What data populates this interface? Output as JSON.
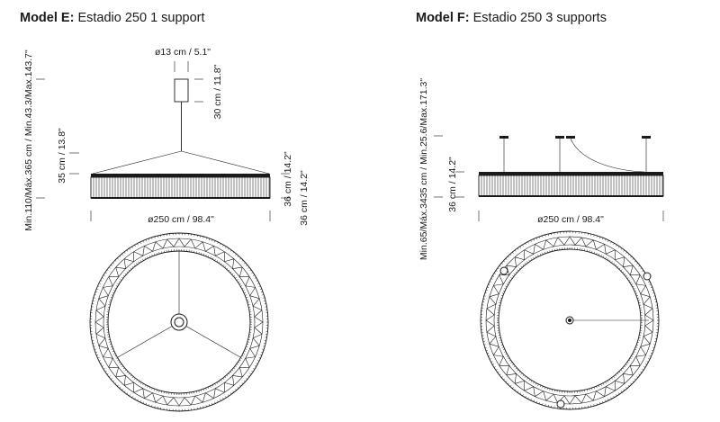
{
  "model_e": {
    "title_bold": "Model E:",
    "title_rest": "Estadio 250 1 support",
    "canopy_diameter": "ø13 cm / 5.1\"",
    "canopy_height": "30 cm / 11.8\"",
    "suspension_range": "Min.110/Máx.365 cm / Min.43.3/Max.143.7\"",
    "cable_drop": "35 cm / 13.8\"",
    "shade_height_in": "36 cm / 14.2\"",
    "shade_height_cm": "36 cm / 14.2\"",
    "diameter": "ø250 cm / 98.4\""
  },
  "model_f": {
    "title_bold": "Model F:",
    "title_rest": "Estadio 250 3 supports",
    "suspension_range": "Min.65/Máx.3435 cm / Min.25.6/Max.171.3\"",
    "shade_height": "36 cm / 14.2\"",
    "diameter": "ø250 cm / 98.4\""
  }
}
